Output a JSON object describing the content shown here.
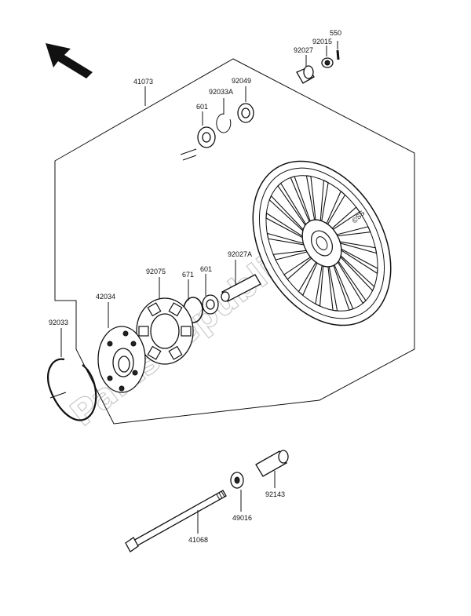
{
  "diagram": {
    "part_labels": {
      "p550": "550",
      "p92015": "92015",
      "p92027": "92027",
      "p41073": "41073",
      "p92049": "92049",
      "p92033A": "92033A",
      "p601_top": "601",
      "p92075": "92075",
      "p671": "671",
      "p601_mid": "601",
      "p92027A": "92027A",
      "p42034": "42034",
      "p92033": "92033",
      "p92143": "92143",
      "p49016": "49016",
      "p41068": "41068"
    },
    "watermark": "PartsRepublik",
    "tire_marking": "©SS",
    "line_color": "#111111",
    "icons": [
      "direction-arrow-icon"
    ]
  }
}
